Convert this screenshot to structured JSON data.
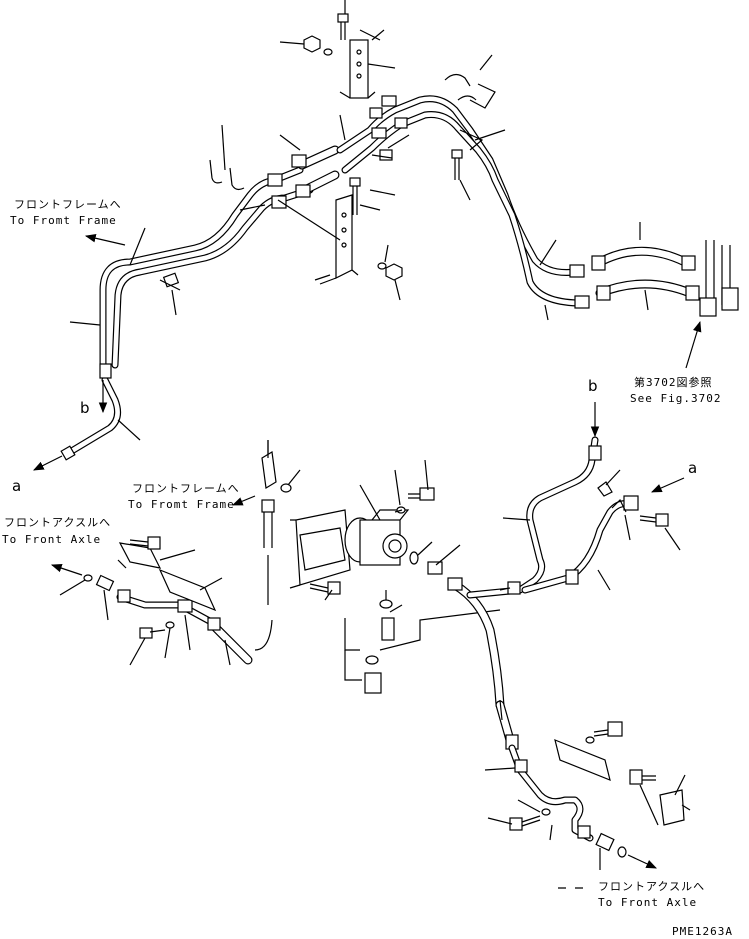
{
  "labels": {
    "front_frame_top_jp": "フロントフレームへ",
    "front_frame_top_en": "To Fromt Frame",
    "see_fig_jp": "第3702図参照",
    "see_fig_en": "See Fig.3702",
    "ref_b_top": "b",
    "ref_a_left": "a",
    "ref_b_right": "b",
    "ref_a_right": "a",
    "front_frame_mid_jp": "フロントフレームへ",
    "front_frame_mid_en": "To Fromt Frame",
    "front_axle_left_jp": "フロントアクスルへ",
    "front_axle_left_en": "To Front Axle",
    "front_axle_bottom_jp": "フロントアクスルへ",
    "front_axle_bottom_en": "To Front Axle",
    "drawing_code": "PME1263A"
  }
}
